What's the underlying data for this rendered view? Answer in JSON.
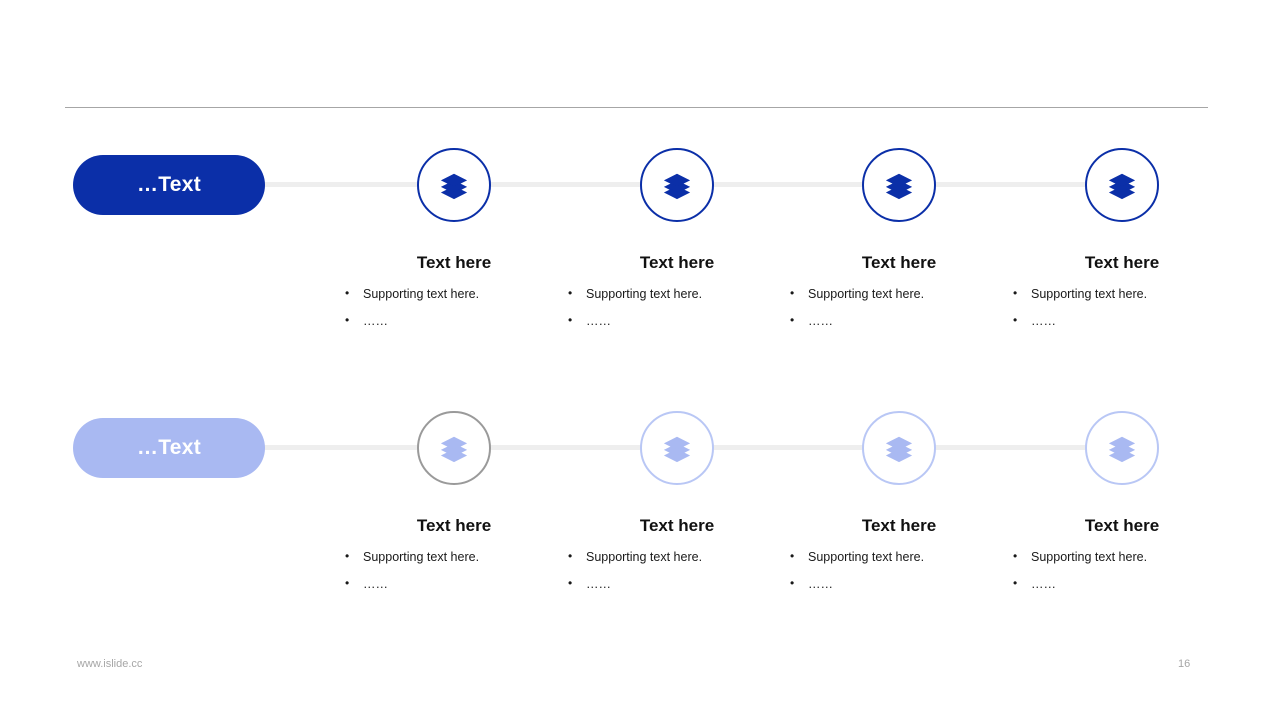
{
  "slide": {
    "page_number": "16",
    "footer_url": "www.islide.cc",
    "colors": {
      "primary_dark_blue": "#0b2fa8",
      "light_blue": "#a9b9f2",
      "light_blue_border": "#b9c7f5",
      "gray_border": "#9a9a9a",
      "connector_gray": "#eeeeee",
      "divider_gray": "#a6a6a6",
      "footer_gray": "#a6a6a6"
    }
  },
  "rows": [
    {
      "label": "…Text",
      "pill_style": "dark",
      "nodes": [
        {
          "icon": "layers-icon",
          "circle_style": "dark",
          "title": "Text here",
          "bullets": [
            "Supporting text here.",
            "……"
          ]
        },
        {
          "icon": "layers-icon",
          "circle_style": "dark",
          "title": "Text here",
          "bullets": [
            "Supporting text here.",
            "……"
          ]
        },
        {
          "icon": "layers-icon",
          "circle_style": "dark",
          "title": "Text here",
          "bullets": [
            "Supporting text here.",
            "……"
          ]
        },
        {
          "icon": "layers-icon",
          "circle_style": "dark",
          "title": "Text here",
          "bullets": [
            "Supporting text here.",
            "……"
          ]
        }
      ]
    },
    {
      "label": "…Text",
      "pill_style": "light",
      "nodes": [
        {
          "icon": "layers-icon",
          "circle_style": "gray",
          "title": "Text here",
          "bullets": [
            "Supporting text here.",
            "……"
          ]
        },
        {
          "icon": "layers-icon",
          "circle_style": "light",
          "title": "Text here",
          "bullets": [
            "Supporting text here.",
            "……"
          ]
        },
        {
          "icon": "layers-icon",
          "circle_style": "light",
          "title": "Text here",
          "bullets": [
            "Supporting text here.",
            "……"
          ]
        },
        {
          "icon": "layers-icon",
          "circle_style": "light",
          "title": "Text here",
          "bullets": [
            "Supporting text here.",
            "……"
          ]
        }
      ]
    }
  ]
}
